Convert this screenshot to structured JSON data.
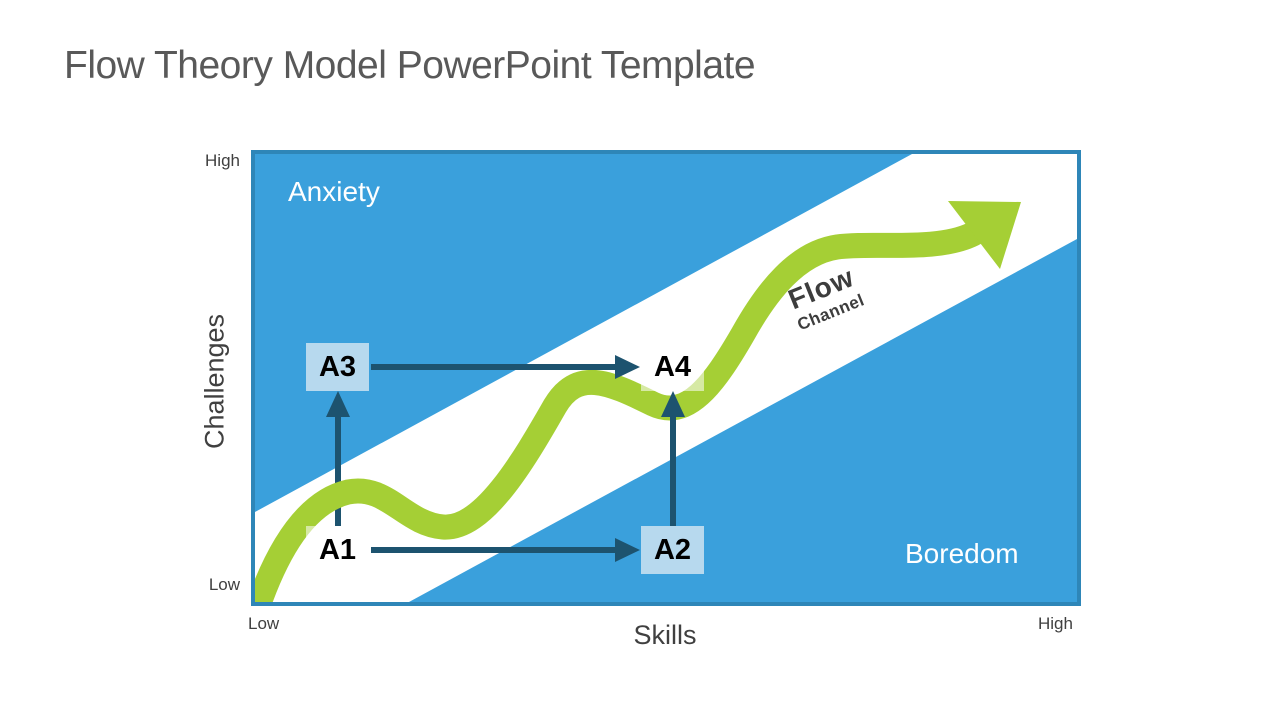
{
  "title": "Flow Theory Model PowerPoint Template",
  "diagram": {
    "type": "flow-theory-model",
    "regions": {
      "top_left": "Anxiety",
      "bottom_right": "Boredom"
    },
    "channel_label": {
      "line1": "Flow",
      "line2": "Channel"
    },
    "nodes": [
      {
        "id": "a1",
        "label": "A1",
        "position": "low-skills low-challenges"
      },
      {
        "id": "a2",
        "label": "A2",
        "position": "mid-skills low-challenges"
      },
      {
        "id": "a3",
        "label": "A3",
        "position": "low-skills mid-challenges"
      },
      {
        "id": "a4",
        "label": "A4",
        "position": "mid-skills mid-challenges"
      }
    ],
    "transitions": [
      "A1->A2",
      "A1->A3",
      "A3->A4",
      "A2->A4"
    ],
    "axes": {
      "y_label": "Challenges",
      "y_top": "High",
      "y_bottom": "Low",
      "x_label": "Skills",
      "x_left": "Low",
      "x_right": "High"
    },
    "colors": {
      "region_blue": "#3AA0DC",
      "border_blue": "#2E86B8",
      "flow_green": "#A5CF35",
      "arrow_navy": "#1D536F",
      "node_fill_solid": "#B7D9EE",
      "node_fill_ghost": "rgba(255,255,255,0.55)",
      "title_gray": "#595959",
      "axis_gray": "#404040",
      "region_text": "#FFFFFF"
    }
  }
}
